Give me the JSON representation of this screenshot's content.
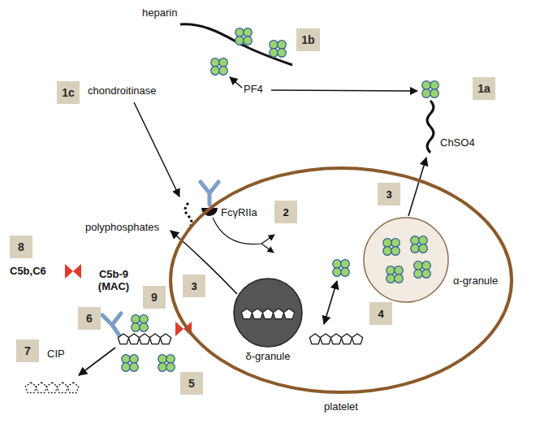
{
  "diagram": {
    "nodes": [
      {
        "text": [
          "1b"
        ]
      },
      {
        "text": [
          "1a"
        ]
      },
      {
        "text": [
          "1c"
        ]
      },
      {
        "text": [
          "platelet"
        ]
      },
      {
        "text": [
          "2"
        ],
        "in": 3
      },
      {
        "text": [
          "8"
        ]
      },
      {
        "text": [
          "3"
        ],
        "in": 3
      },
      {
        "text": [
          "3"
        ],
        "in": 3
      },
      {
        "text": [
          "6"
        ]
      },
      {
        "text": [
          "9"
        ]
      },
      {
        "text": [
          "δ-granule"
        ],
        "in": 3
      },
      {
        "text": [
          "α-granule"
        ],
        "in": 3
      },
      {
        "text": [
          "4"
        ],
        "in": 3
      },
      {
        "text": [
          "7"
        ]
      },
      {
        "text": [
          "5"
        ]
      }
    ],
    "labels": [
      "heparin",
      "PF4",
      "ChSO4",
      "chondroitinase",
      "FcγRIIa",
      "polyphosphates",
      "C5b,C6",
      "C5b-9 (MAC)",
      "CIP"
    ]
  }
}
